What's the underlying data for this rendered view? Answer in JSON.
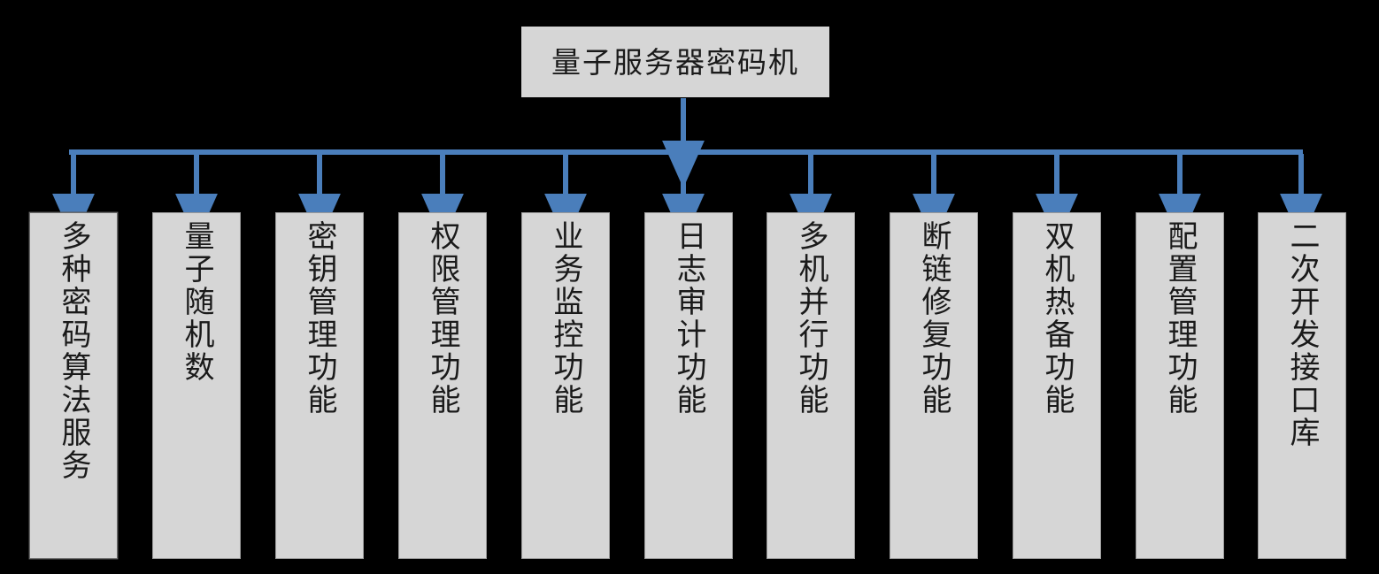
{
  "diagram": {
    "type": "tree-hierarchy",
    "orientation": "top-down-bus",
    "background_color": "#000000",
    "node_fill_color": "#D6D6D6",
    "node_border_color": "#808080",
    "connector_color": "#4A7EBB",
    "root": {
      "label": "量子服务器密码机"
    },
    "children": [
      {
        "label": "多种密码算法服务"
      },
      {
        "label": "量子随机数"
      },
      {
        "label": "密钥管理功能"
      },
      {
        "label": "权限管理功能"
      },
      {
        "label": "业务监控功能"
      },
      {
        "label": "日志审计功能"
      },
      {
        "label": "多机并行功能"
      },
      {
        "label": "断链修复功能"
      },
      {
        "label": "双机热备功能"
      },
      {
        "label": "配置管理功能"
      },
      {
        "label": "二次开发接口库"
      }
    ]
  }
}
